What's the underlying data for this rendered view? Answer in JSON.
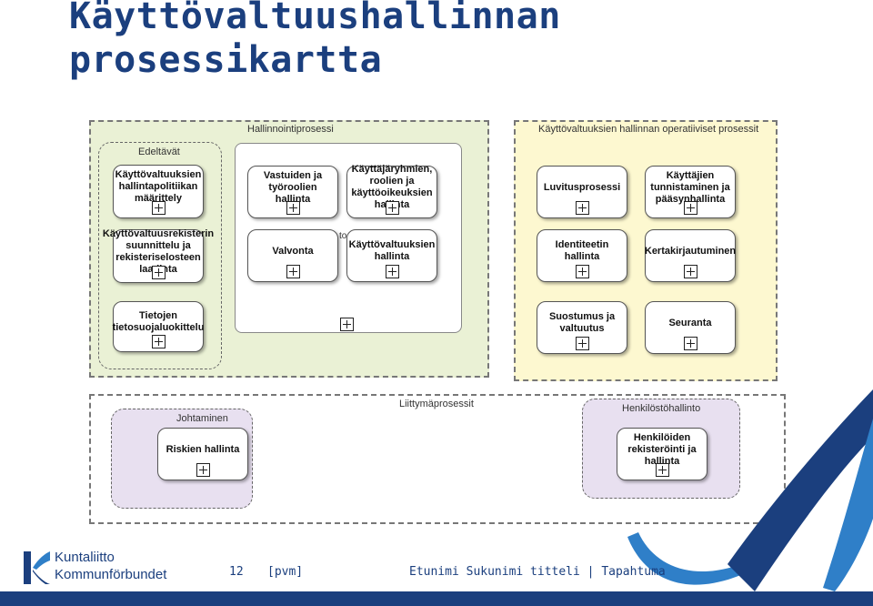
{
  "title": {
    "line1": "Käyttövaltuushallinnan",
    "line2": "prosessikartta"
  },
  "diagram": {
    "hallinnointi": {
      "label": "Hallinnointiprosessi",
      "edeltavat_label": "Edeltävät",
      "edeltavat_items": [
        "Käyttövaltuuksien hallintapolitiikan määrittely",
        "Käyttövaltuusrekisterin suunnittelu ja rekisteriselosteen laadinta",
        "Tietojen tietosuojaluokittelu"
      ],
      "panel_items": [
        "Vastuiden ja työroolien hallinta",
        "Käyttäjäryhmien, roolien ja käyttöoikeuksien hallinta",
        "Valvonta",
        "Käyttövaltuuksien hallinta"
      ],
      "stray_text": "to"
    },
    "operatiiviset": {
      "label": "Käyttövaltuuksien hallinnan operatiiviset prosessit",
      "items": [
        "Luvitusprosessi",
        "Käyttäjien tunnistaminen ja pääsynhallinta",
        "Identiteetin hallinta",
        "Kertakirjautuminen",
        "Suostumus ja valtuutus",
        "Seuranta"
      ]
    },
    "liittyma": {
      "label": "Liittymäprosessit",
      "johtaminen_label": "Johtaminen",
      "johtaminen_item": "Riskien hallinta",
      "henkilosto_label": "Henkilöstöhallinto",
      "henkilosto_item": "Henkilöiden rekisteröinti ja hallinta"
    }
  },
  "colors": {
    "green_region": "#eaf1d5",
    "yellow_region": "#fdf8d0",
    "purple_sub": "#e8e0f0",
    "brand_blue": "#1b3f7e",
    "accent_blue": "#2f7fc8"
  },
  "footer": {
    "page": "12",
    "date": "[pvm]",
    "presenter": "Etunimi Sukunimi titteli | Tapahtuma",
    "logo_line1": "Kuntaliitto",
    "logo_line2": "Kommunförbundet"
  }
}
